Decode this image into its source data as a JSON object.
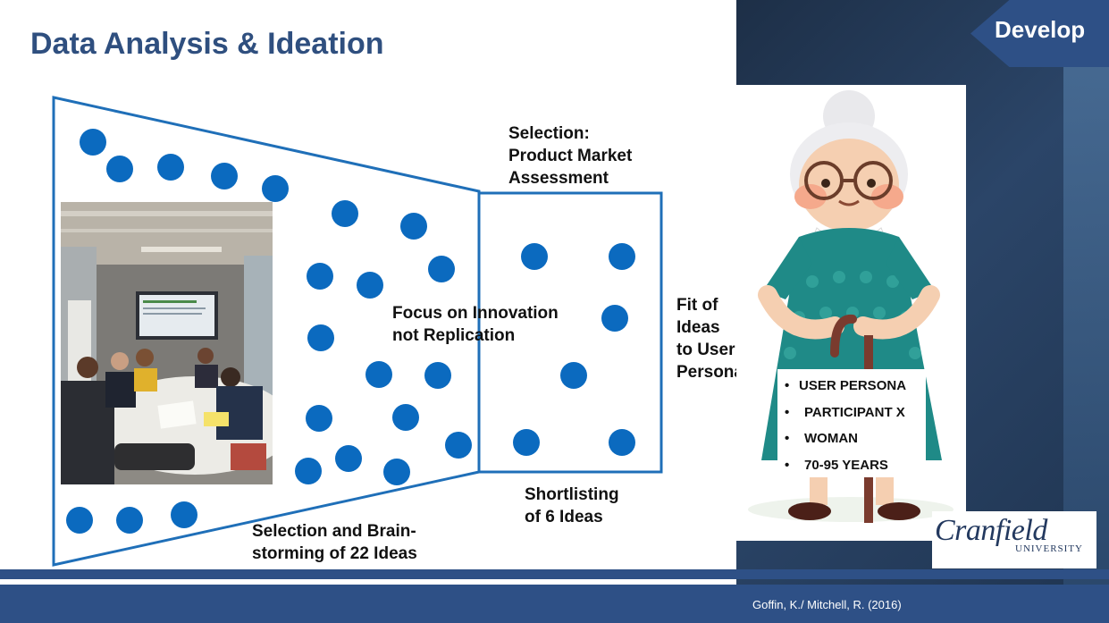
{
  "header": {
    "title": "Data Analysis & Ideation",
    "tab_label": "Develop"
  },
  "labels": {
    "selection_market": "Selection:\nProduct Market\nAssessment",
    "focus": "Focus on Innovation\nnot Replication",
    "fit": "Fit of\nIdeas\nto User\nPersona",
    "shortlisting": "Shortlisting\nof 6 Ideas",
    "brainstorming": "Selection and Brain-\nstorming of 22 Ideas"
  },
  "persona": {
    "items": [
      "USER PERSONA",
      "PARTICIPANT X",
      "WOMAN",
      "70-95 YEARS"
    ]
  },
  "logo": {
    "main": "Cranfield",
    "sub": "UNIVERSITY"
  },
  "footer": {
    "citation": "Goffin, K./ Mitchell, R. (2016)"
  },
  "colors": {
    "accent": "#2e5086",
    "dot": "#0b6abf",
    "title": "#2f4f7f"
  }
}
